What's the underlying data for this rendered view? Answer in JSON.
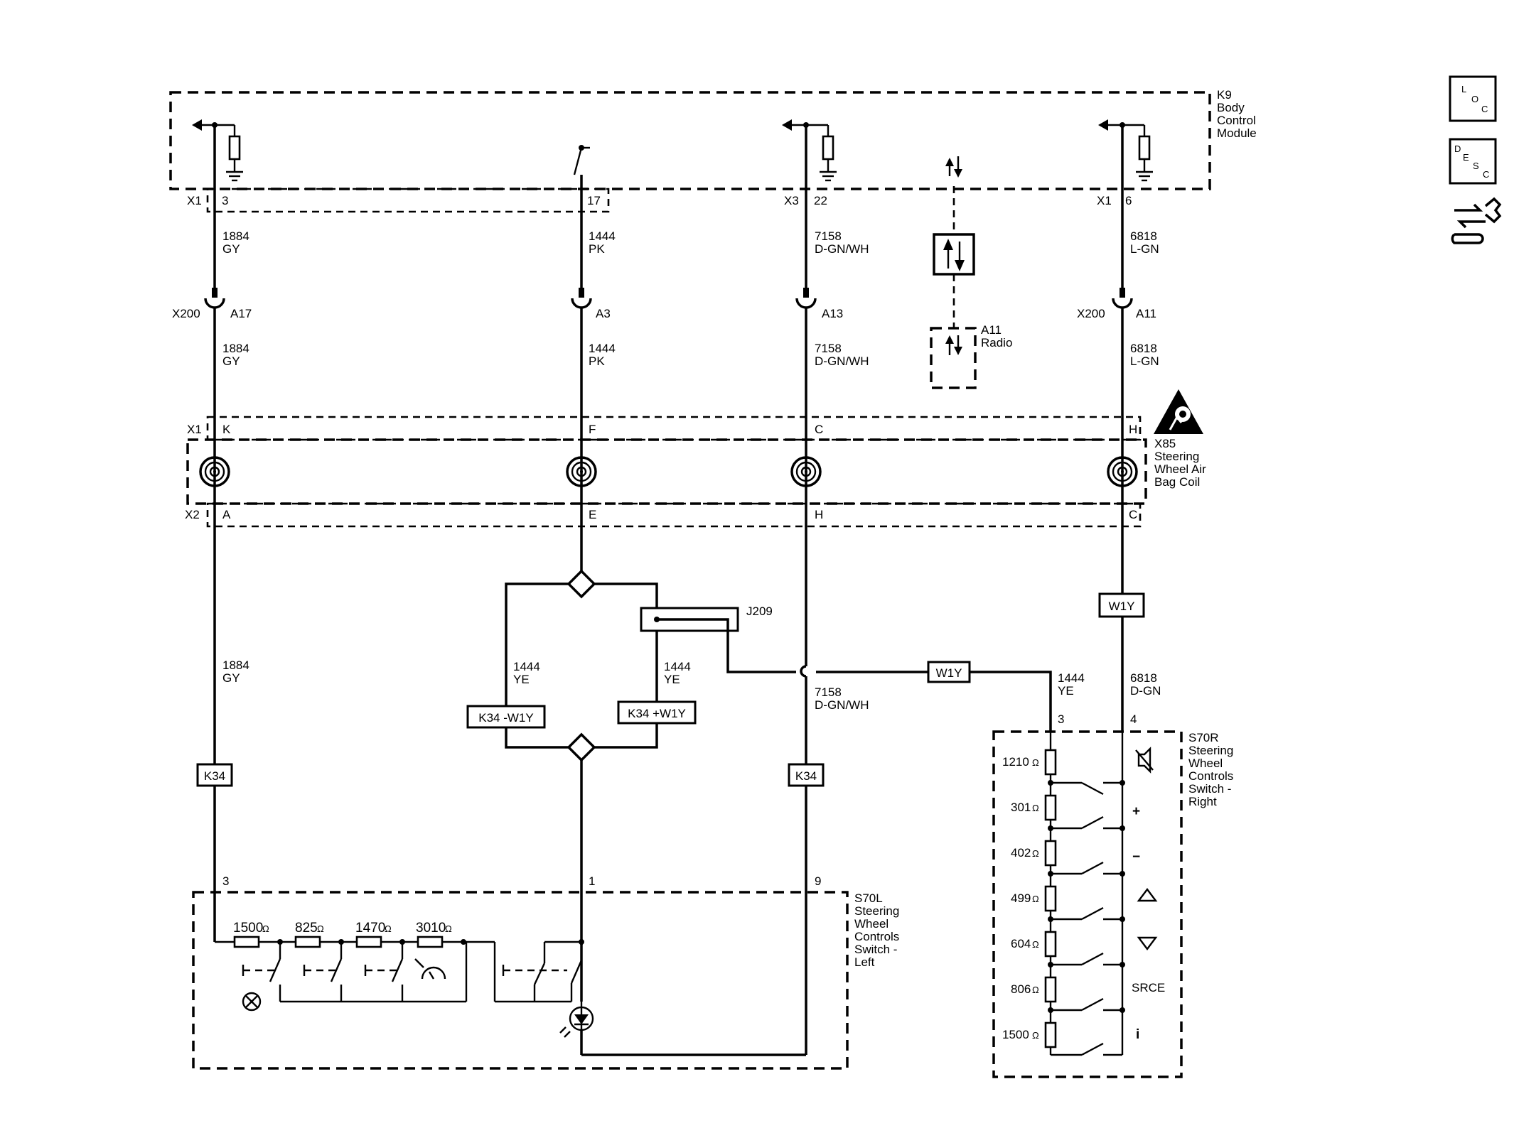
{
  "modules": {
    "bcm": {
      "ref": "K9",
      "name_lines": [
        "Body",
        "Control",
        "Module"
      ]
    },
    "radio": {
      "ref": "A11",
      "name": "Radio"
    },
    "airbag_coil": {
      "ref": "X85",
      "name_lines": [
        "Steering",
        "Wheel Air",
        "Bag Coil"
      ]
    },
    "switch_left": {
      "ref": "S70L",
      "name_lines": [
        "Steering",
        "Wheel",
        "Controls",
        "Switch -",
        "Left"
      ]
    },
    "switch_right": {
      "ref": "S70R",
      "name_lines": [
        "Steering",
        "Wheel",
        "Controls",
        "Switch -",
        "Right"
      ]
    }
  },
  "connectors": {
    "x1": "X1",
    "x2": "X2",
    "x3": "X3",
    "x200": "X200"
  },
  "pins": {
    "c1_bcm": "3",
    "c2_bcm": "17",
    "c3_bcm": "22",
    "c4_bcm": "6",
    "c1_x200": "A17",
    "c2_x200": "A3",
    "c3_x200": "A13",
    "c4_x200": "A11",
    "c1_x85_top": "K",
    "c2_x85_top": "F",
    "c3_x85_top": "C",
    "c4_x85_top": "H",
    "c1_x85_bot": "A",
    "c2_x85_bot": "E",
    "c3_x85_bot": "H",
    "c4_x85_bot": "C",
    "s70l_a": "3",
    "s70l_b": "1",
    "s70l_c": "9",
    "s70r_a": "3",
    "s70r_b": "4"
  },
  "wires": {
    "w1884": {
      "circuit": "1884",
      "color": "GY"
    },
    "w1444": {
      "circuit": "1444",
      "color": "PK"
    },
    "w7158": {
      "circuit": "7158",
      "color": "D-GN/WH"
    },
    "w6818": {
      "circuit": "6818",
      "color": "L-GN"
    },
    "w1444ye": {
      "circuit": "1444",
      "color": "YE"
    },
    "w6818dgn": {
      "circuit": "6818",
      "color": "D-GN"
    }
  },
  "splice": "J209",
  "option_codes": {
    "k34": "K34",
    "k34_minus": "K34 -W1Y",
    "k34_plus": "K34 +W1Y",
    "w1y": "W1Y"
  },
  "left_resistors": [
    "1500",
    "825",
    "1470",
    "3010"
  ],
  "right_resistors": [
    "1210",
    "301",
    "402",
    "499",
    "604",
    "806",
    "1500"
  ],
  "ohm": "Ω",
  "right_button_labels": {
    "plus": "+",
    "minus": "−",
    "source": "SRCE",
    "info": "i"
  },
  "side_icons": [
    {
      "letters": [
        "L",
        "O",
        "C"
      ],
      "icon": "location-icon"
    },
    {
      "letters": [
        "D",
        "E",
        "S",
        "C"
      ],
      "icon": "description-icon"
    },
    {
      "icon": "repair-wrench-icon"
    }
  ]
}
